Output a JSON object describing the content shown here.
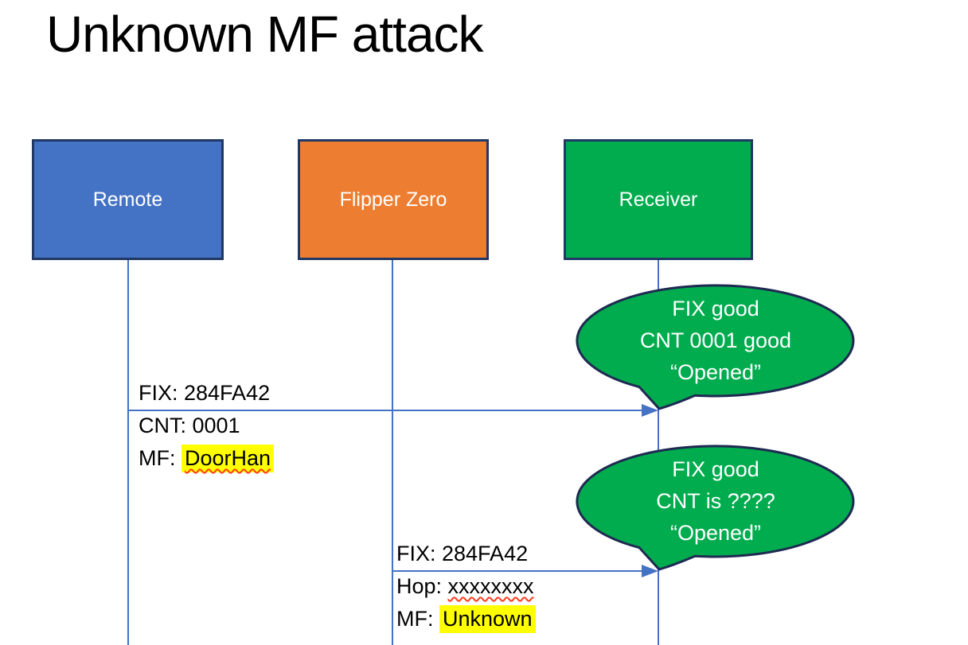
{
  "title": "Unknown MF attack",
  "actors": {
    "remote": {
      "label": "Remote",
      "fill": "#4472C4"
    },
    "flipper": {
      "label": "Flipper Zero",
      "fill": "#ED7D31"
    },
    "receiver": {
      "label": "Receiver",
      "fill": "#00AC4E"
    }
  },
  "messages": {
    "remote_to_receiver": {
      "line1": "FIX: 284FA42",
      "line2": "CNT: 0001",
      "line3_prefix": "MF: ",
      "line3_value": "DoorHan"
    },
    "flipper_to_receiver": {
      "line1": "FIX: 284FA42",
      "line2_prefix": "Hop: ",
      "line2_value": "xxxxxxxx",
      "line3_prefix": "MF: ",
      "line3_value": "Unknown"
    }
  },
  "callouts": {
    "receiver_reaction_1": {
      "line1": "FIX good",
      "line2": "CNT 0001 good",
      "line3": "“Opened”"
    },
    "receiver_reaction_2": {
      "line1": "FIX good",
      "line2": "CNT is ????",
      "line3": "“Opened”"
    }
  },
  "colors": {
    "actor_blue": "#4472C4",
    "actor_orange": "#ED7D31",
    "actor_green": "#00AC4E",
    "box_border": "#203864",
    "callout_fill": "#00AC4E",
    "callout_border": "#1F2A52",
    "line_blue": "#4472C4",
    "highlight_yellow": "#FFFF00",
    "squiggle_red": "#FF3B1D",
    "title_color": "#000000",
    "label_color": "#000000",
    "actor_text": "#FFFFFF",
    "callout_text": "#FFFFFF"
  }
}
